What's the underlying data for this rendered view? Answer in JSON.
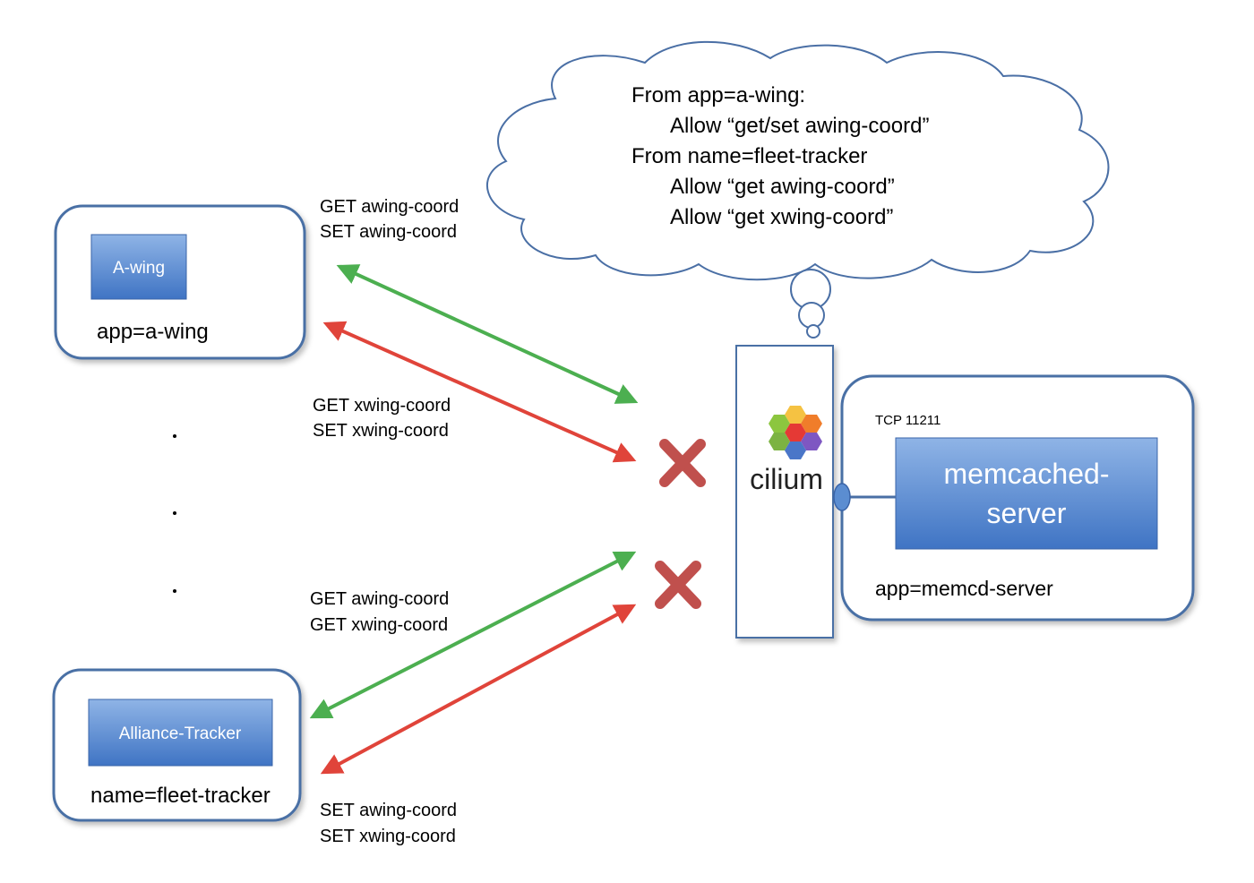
{
  "cloud": {
    "lines": [
      "From app=a-wing:",
      "Allow “get/set awing-coord”",
      "From name=fleet-tracker",
      "Allow “get awing-coord”",
      "Allow “get xwing-coord”"
    ]
  },
  "awing": {
    "box_label": "A-wing",
    "identity": "app=a-wing"
  },
  "tracker": {
    "box_label": "Alliance-Tracker",
    "identity": "name=fleet-tracker"
  },
  "server": {
    "port_label": "TCP 11211",
    "box_label_line1": "memcached-",
    "box_label_line2": "server",
    "identity": "app=memcd-server"
  },
  "cilium": {
    "logo_text": "cilium"
  },
  "flows": {
    "awing_allowed": [
      "GET awing-coord",
      "SET awing-coord"
    ],
    "awing_denied": [
      "GET xwing-coord",
      "SET xwing-coord"
    ],
    "tracker_allowed": [
      "GET awing-coord",
      "GET xwing-coord"
    ],
    "tracker_denied": [
      "SET awing-coord",
      "SET xwing-coord"
    ]
  },
  "colors": {
    "allowed": "#4caf50",
    "denied": "#e0443a",
    "box_border": "#4a6fa5",
    "service_fill": "#5b8dd1",
    "deny_mark": "#c0504d"
  }
}
